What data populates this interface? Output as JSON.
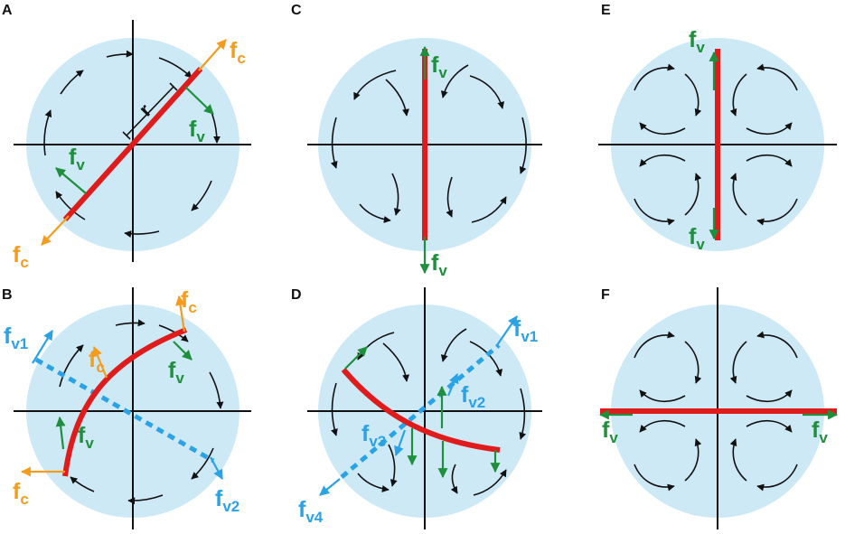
{
  "colors": {
    "disk": "#cde9f6",
    "axis": "#111111",
    "rod": "#e01b1b",
    "centrifugal": "#f39c1e",
    "viscous": "#1e8f3c",
    "viscous_blue": "#2aa3e6",
    "flow_arrow": "#111111"
  },
  "panels": {
    "A": {
      "label": "A",
      "radius_label": "r",
      "force_labels": [
        {
          "main": "f",
          "sub": "c"
        },
        {
          "main": "f",
          "sub": "v"
        },
        {
          "main": "f",
          "sub": "v"
        },
        {
          "main": "f",
          "sub": "c"
        }
      ]
    },
    "B": {
      "label": "B",
      "force_labels": [
        {
          "main": "f",
          "sub": "v1"
        },
        {
          "main": "f",
          "sub": "c"
        },
        {
          "main": "f",
          "sub": "c"
        },
        {
          "main": "f",
          "sub": "v"
        },
        {
          "main": "f",
          "sub": "v"
        },
        {
          "main": "f",
          "sub": "c"
        },
        {
          "main": "f",
          "sub": "v2"
        }
      ]
    },
    "C": {
      "label": "C",
      "force_labels": [
        {
          "main": "f",
          "sub": "v"
        },
        {
          "main": "f",
          "sub": "v"
        }
      ]
    },
    "D": {
      "label": "D",
      "force_labels": [
        {
          "main": "f",
          "sub": "v1"
        },
        {
          "main": "f",
          "sub": "v2"
        },
        {
          "main": "f",
          "sub": "v3"
        },
        {
          "main": "f",
          "sub": "v4"
        }
      ]
    },
    "E": {
      "label": "E",
      "force_labels": [
        {
          "main": "f",
          "sub": "v"
        },
        {
          "main": "f",
          "sub": "v"
        }
      ]
    },
    "F": {
      "label": "F",
      "force_labels": [
        {
          "main": "f",
          "sub": "v"
        },
        {
          "main": "f",
          "sub": "v"
        }
      ]
    }
  }
}
